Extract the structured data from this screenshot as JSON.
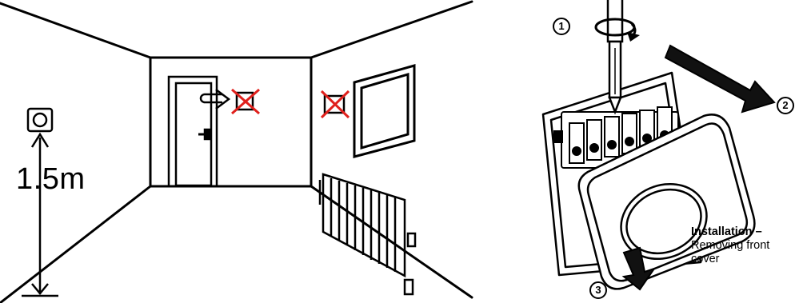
{
  "left_diagram": {
    "height_label": "1.5m",
    "cross_color": "#e0201c",
    "icons": [
      "thermostat-icon",
      "arrow-up-icon",
      "cross-icon",
      "door-icon",
      "radiator-icon",
      "picture-frame-icon"
    ]
  },
  "right_diagram": {
    "steps": [
      "1",
      "2",
      "3"
    ],
    "icons": [
      "screwdriver-icon",
      "rotate-arrow-icon",
      "arrow-right-icon",
      "arrow-down-icon",
      "thermostat-icon"
    ],
    "caption": {
      "title": "Installation –",
      "body": "Removing front cover"
    }
  }
}
